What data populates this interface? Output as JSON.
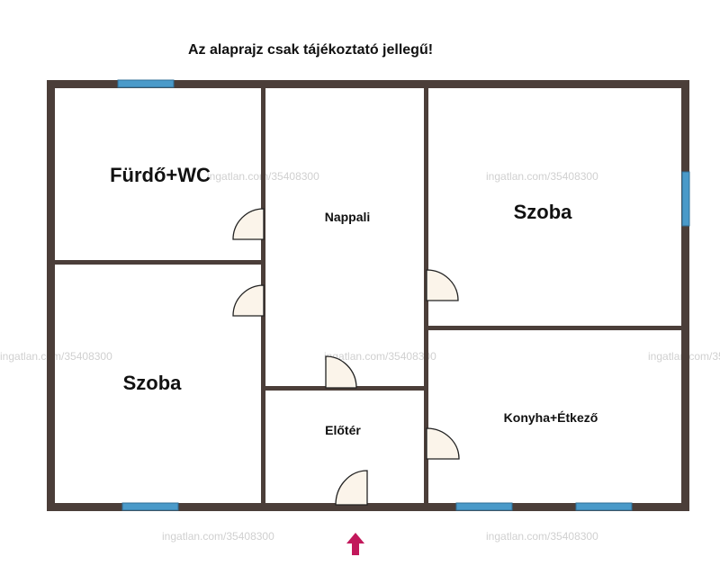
{
  "disclaimer": "Az alaprajz csak tájékoztató jellegű!",
  "rooms": {
    "furdo": "Fürdő+WC",
    "nappali": "Nappali",
    "szoba_right": "Szoba",
    "szoba_left": "Szoba",
    "eloter": "Előtér",
    "konyha": "Konyha+Étkező"
  },
  "watermark": "ingatlan.com/35408300",
  "colors": {
    "wall": "#4b3e39",
    "window": "#4a9ac9",
    "door": "#fbf4ea",
    "entrance_arrow": "#c2185b"
  },
  "icons": {
    "entrance": "entrance-arrow-icon"
  }
}
